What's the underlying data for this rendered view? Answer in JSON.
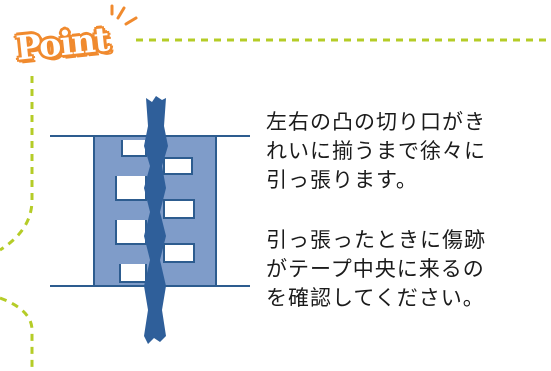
{
  "badge": {
    "label": "Point"
  },
  "colors": {
    "frame_dash": "#b5cc27",
    "badge_orange": "#f08a2e",
    "tape_fill": "#7f9cc9",
    "tape_stroke": "#2d5c8f",
    "strip": "#2f5f9a",
    "text": "#1b1b1b"
  },
  "paragraphs": [
    {
      "lines": [
        "左右の凸の切り口がき",
        "れいに揃うまで徐々に",
        "引っ張ります。"
      ]
    },
    {
      "lines": [
        "引っ張ったときに傷跡",
        "がテープ中央に来るの",
        "を確認してください。"
      ]
    }
  ]
}
